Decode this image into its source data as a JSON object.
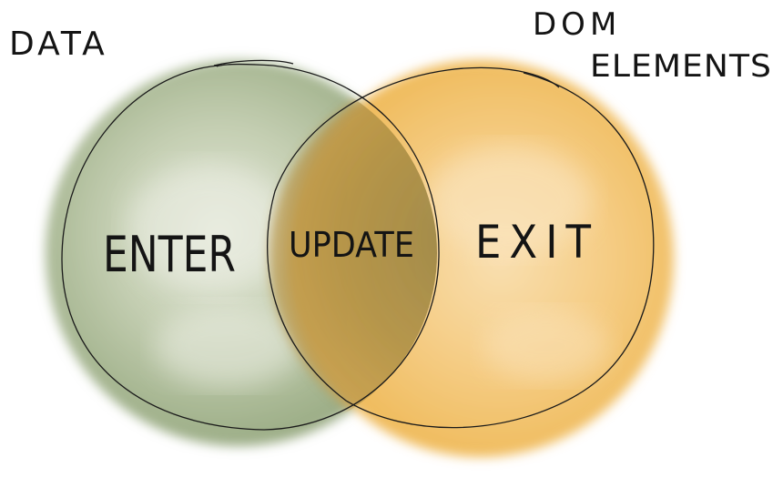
{
  "labels": {
    "data_set": "DATA",
    "dom_line1": "DOM",
    "dom_line2": "ELEMENTS"
  },
  "regions": {
    "left": "ENTER",
    "middle": "UPDATE",
    "right": "EXIT"
  },
  "colors": {
    "left_wash": "#9fb089",
    "left_wash_light": "#dde2d0",
    "right_wash": "#f1bd5c",
    "right_wash_light": "#f8dcaa",
    "overlap_wash": "#8a7a35",
    "stroke": "#1a1a1a",
    "background": "#ffffff"
  }
}
